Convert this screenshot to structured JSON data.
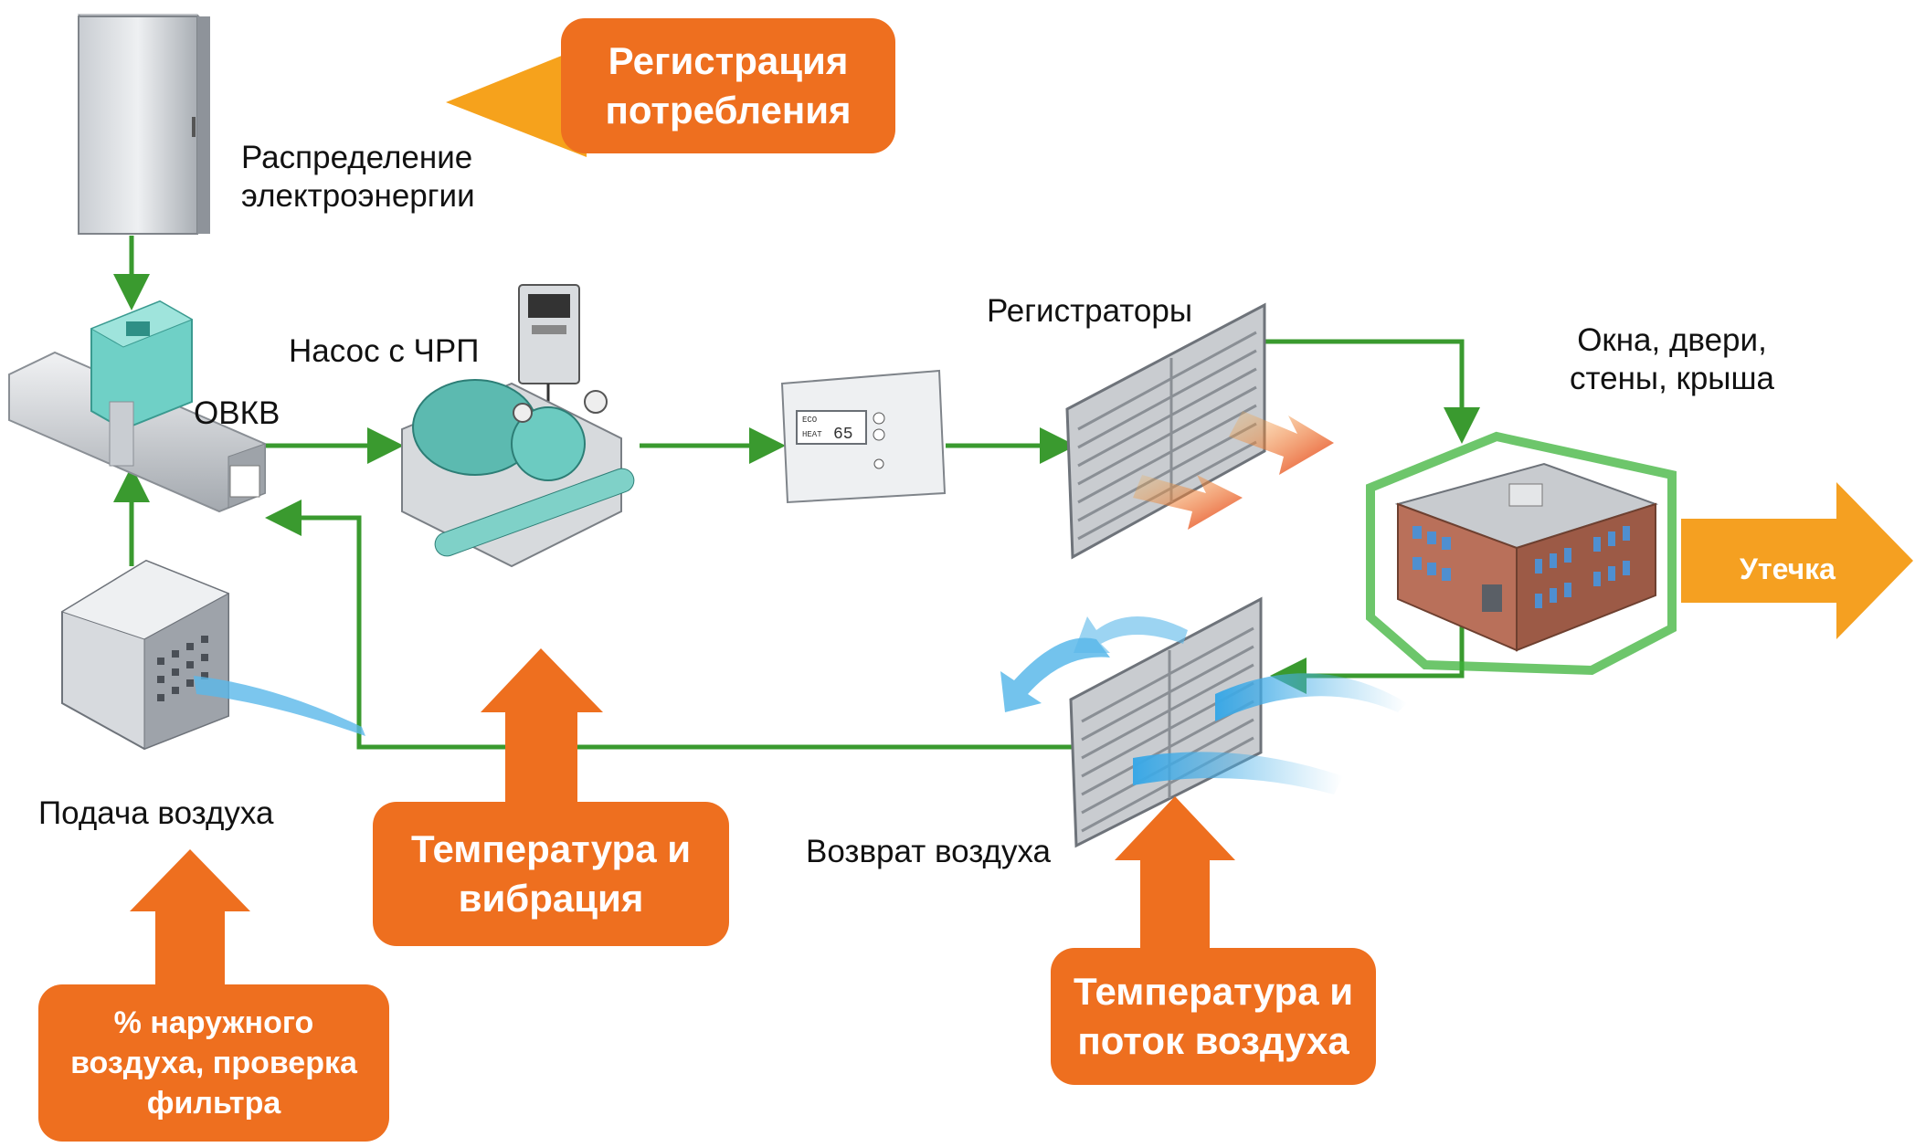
{
  "labels": {
    "power_distribution": [
      "Распределение",
      "электроэнергии"
    ],
    "hvac": "ОВКВ",
    "vfd_pump": "Насос с ЧРП",
    "registers": "Регистраторы",
    "envelope": [
      "Окна, двери,",
      "стены, крыша"
    ],
    "leak": "Утечка",
    "air_supply": "Подача воздуха",
    "air_return": "Возврат воздуха",
    "thermostat_display": [
      "ECO",
      "HEAT",
      "65"
    ]
  },
  "callouts": {
    "consumption": [
      "Регистрация",
      "потребления"
    ],
    "temp_vibration": [
      "Температура и",
      "вибрация"
    ],
    "temp_airflow": [
      "Температура и",
      "поток воздуха"
    ],
    "outdoor_air": [
      "% наружного",
      "воздуха, проверка",
      "фильтра"
    ]
  },
  "colors": {
    "flow_line": "#3a9a2f",
    "callout": "#ee6f1f",
    "callout_arrow": "#ee6f1f",
    "consumption_arrow": "#f6a21c",
    "leak_arrow": "#f5a021",
    "airflow": "#5ab8ea",
    "heat": "#f08a2a",
    "building": "#b9705a"
  }
}
